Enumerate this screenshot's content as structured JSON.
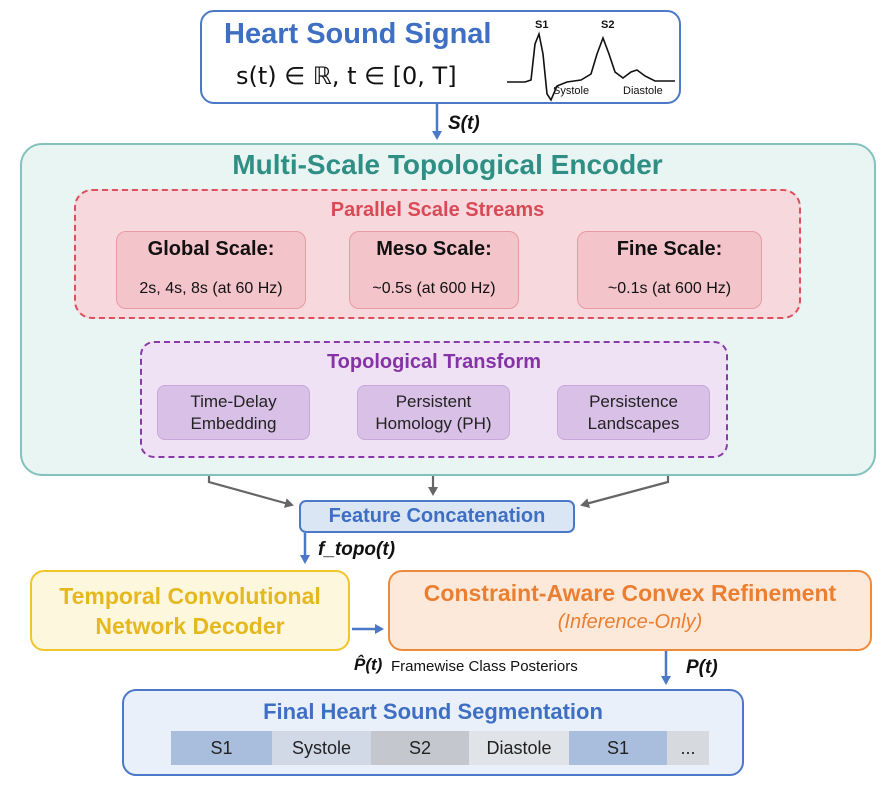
{
  "heart_signal": {
    "title": "Heart Sound Signal",
    "formula": "s(t) ∈ ℝ, t ∈ [0, T]",
    "waveform_labels": {
      "s1": "S1",
      "s2": "S2",
      "systole": "Systole",
      "diastole": "Diastole"
    }
  },
  "edge_labels": {
    "signal": "S(t)",
    "topo_features": "f_topo(t)",
    "posterior_symbol": "P̂(t)",
    "posterior_text": "Framewise Class Posteriors",
    "refined": "P(t)"
  },
  "encoder": {
    "title": "Multi-Scale Topological Encoder",
    "streams_title": "Parallel Scale Streams",
    "scales": [
      {
        "name": "Global Scale:",
        "detail": "2s, 4s, 8s (at 60 Hz)"
      },
      {
        "name": "Meso Scale:",
        "detail": "~0.5s (at 600 Hz)"
      },
      {
        "name": "Fine Scale:",
        "detail": "~0.1s  (at 600 Hz)"
      }
    ],
    "transform_title": "Topological Transform",
    "transform_steps": [
      {
        "line1": "Time-Delay",
        "line2": "Embedding"
      },
      {
        "line1": "Persistent",
        "line2": "Homology (PH)"
      },
      {
        "line1": "Persistence",
        "line2": "Landscapes"
      }
    ]
  },
  "concatenation": {
    "label": "Feature Concatenation"
  },
  "decoder": {
    "line1": "Temporal Convolutional",
    "line2": "Network Decoder"
  },
  "refinement": {
    "title": "Constraint-Aware Convex Refinement",
    "subtitle": "(Inference-Only)"
  },
  "segmentation": {
    "title": "Final Heart Sound Segmentation",
    "segments": [
      {
        "label": "S1",
        "color": "#a9bedd"
      },
      {
        "label": "Systole",
        "color": "#d1d9e6"
      },
      {
        "label": "S2",
        "color": "#c4c8ce"
      },
      {
        "label": "Diastole",
        "color": "#e0e3e8"
      },
      {
        "label": "S1",
        "color": "#a9bedd"
      },
      {
        "label": "...",
        "color": "#d6d9dd"
      }
    ]
  }
}
